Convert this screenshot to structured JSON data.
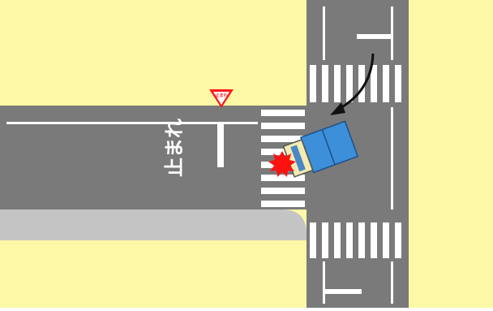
{
  "scene": {
    "colors": {
      "ground": "#fdf8a6",
      "road": "#7a7a7a",
      "sidewalk": "#c4c4c4",
      "marking": "#ffffff",
      "sign_red": "#ff1a1a",
      "truck_cab": "#f3ebb0",
      "truck_body": "#3c8fd8",
      "collision": "#ff1111",
      "arrow": "#111111"
    },
    "road_marking_text": "止まれ",
    "stop_sign": {
      "icon": "yield-triangle-sign",
      "text": "止まれ"
    },
    "vehicle": {
      "icon": "truck-icon"
    },
    "collision": {
      "icon": "collision-burst-icon"
    },
    "movement": {
      "icon": "curved-arrow-icon"
    }
  }
}
